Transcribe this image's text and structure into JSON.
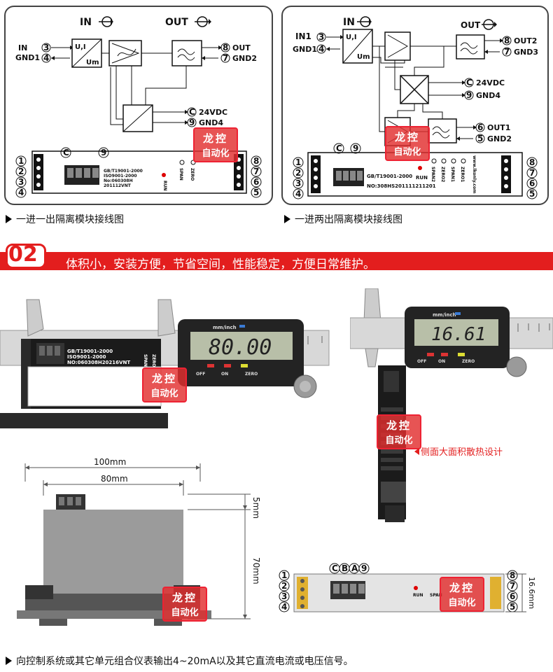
{
  "top_left": {
    "in_title": "IN",
    "out_title": "OUT",
    "labels": {
      "in": "IN",
      "gnd1": "GND1",
      "out": "OUT",
      "gnd2": "GND2",
      "vdc": "24VDC",
      "gnd4": "GND4",
      "ui": "U,I",
      "um": "Um"
    },
    "pins": [
      "3",
      "4",
      "8",
      "7",
      "C",
      "9"
    ],
    "terminal_left": [
      "1",
      "2",
      "3",
      "4"
    ],
    "terminal_right": [
      "8",
      "7",
      "6",
      "5"
    ],
    "module_text": [
      "GB/T19001-2000",
      "ISO9001-2000",
      "No:060308H",
      "201112VNT"
    ],
    "knobs": [
      "RUN",
      "SPAN",
      "ZERO"
    ],
    "caption": "一进一出隔离模块接线图"
  },
  "top_right": {
    "in_title": "IN",
    "out_title": "OUT",
    "labels": {
      "in1": "IN1",
      "gnd1": "GND1",
      "out2": "OUT2",
      "gnd3": "GND3",
      "vdc": "24VDC",
      "gnd4": "GND4",
      "out1": "OUT1",
      "gnd2": "GND2",
      "ui": "U,I",
      "um": "Um"
    },
    "pins": [
      "3",
      "4",
      "8",
      "7",
      "C",
      "9",
      "6",
      "5"
    ],
    "terminal_left": [
      "1",
      "2",
      "3",
      "4"
    ],
    "terminal_right": [
      "8",
      "7",
      "6",
      "5"
    ],
    "module_text": [
      "GB/T19001-2000",
      "NO:308HS201111211201"
    ],
    "knobs": [
      "RUN",
      "SPAN2",
      "ZERO2",
      "SPAN1",
      "ZERO1"
    ],
    "url": "www.lkonly.com",
    "caption": "一进两出隔离模块接线图"
  },
  "banner": {
    "number": "02",
    "text": "体积小，安装方便，节省空间，性能稳定，方便日常维护。",
    "color": "#e31e1e"
  },
  "watermark": {
    "line1": "龙控",
    "line2": "自动化"
  },
  "caliper_left": {
    "reading": "80.00",
    "unit": "mm/inch",
    "buttons": [
      "OFF",
      "ON",
      "ZERO"
    ],
    "module_text": [
      "GB/T19001-2000",
      "ISO9001-2000",
      "NO:060308H20216VNT"
    ],
    "knobs": [
      "SPAN",
      "ZERO"
    ]
  },
  "caliper_right": {
    "reading": "16.61",
    "unit": "mm/inch",
    "buttons": [
      "OFF",
      "ON",
      "ZERO"
    ],
    "annotation": "侧面大面积散热设计"
  },
  "dims": {
    "w100": "100mm",
    "w80": "80mm",
    "h5": "5mm",
    "h70": "70mm",
    "d16": "16.6mm"
  },
  "side_view": {
    "pins_top": [
      "C",
      "B",
      "A",
      "9"
    ],
    "terminal_left": [
      "1",
      "2",
      "3",
      "4"
    ],
    "terminal_right": [
      "8",
      "7",
      "6",
      "5"
    ],
    "knobs": [
      "RUN",
      "SPAN"
    ]
  },
  "footer": "向控制系统或其它单元组合仪表输出4~20mA以及其它直流电流或电压信号。"
}
